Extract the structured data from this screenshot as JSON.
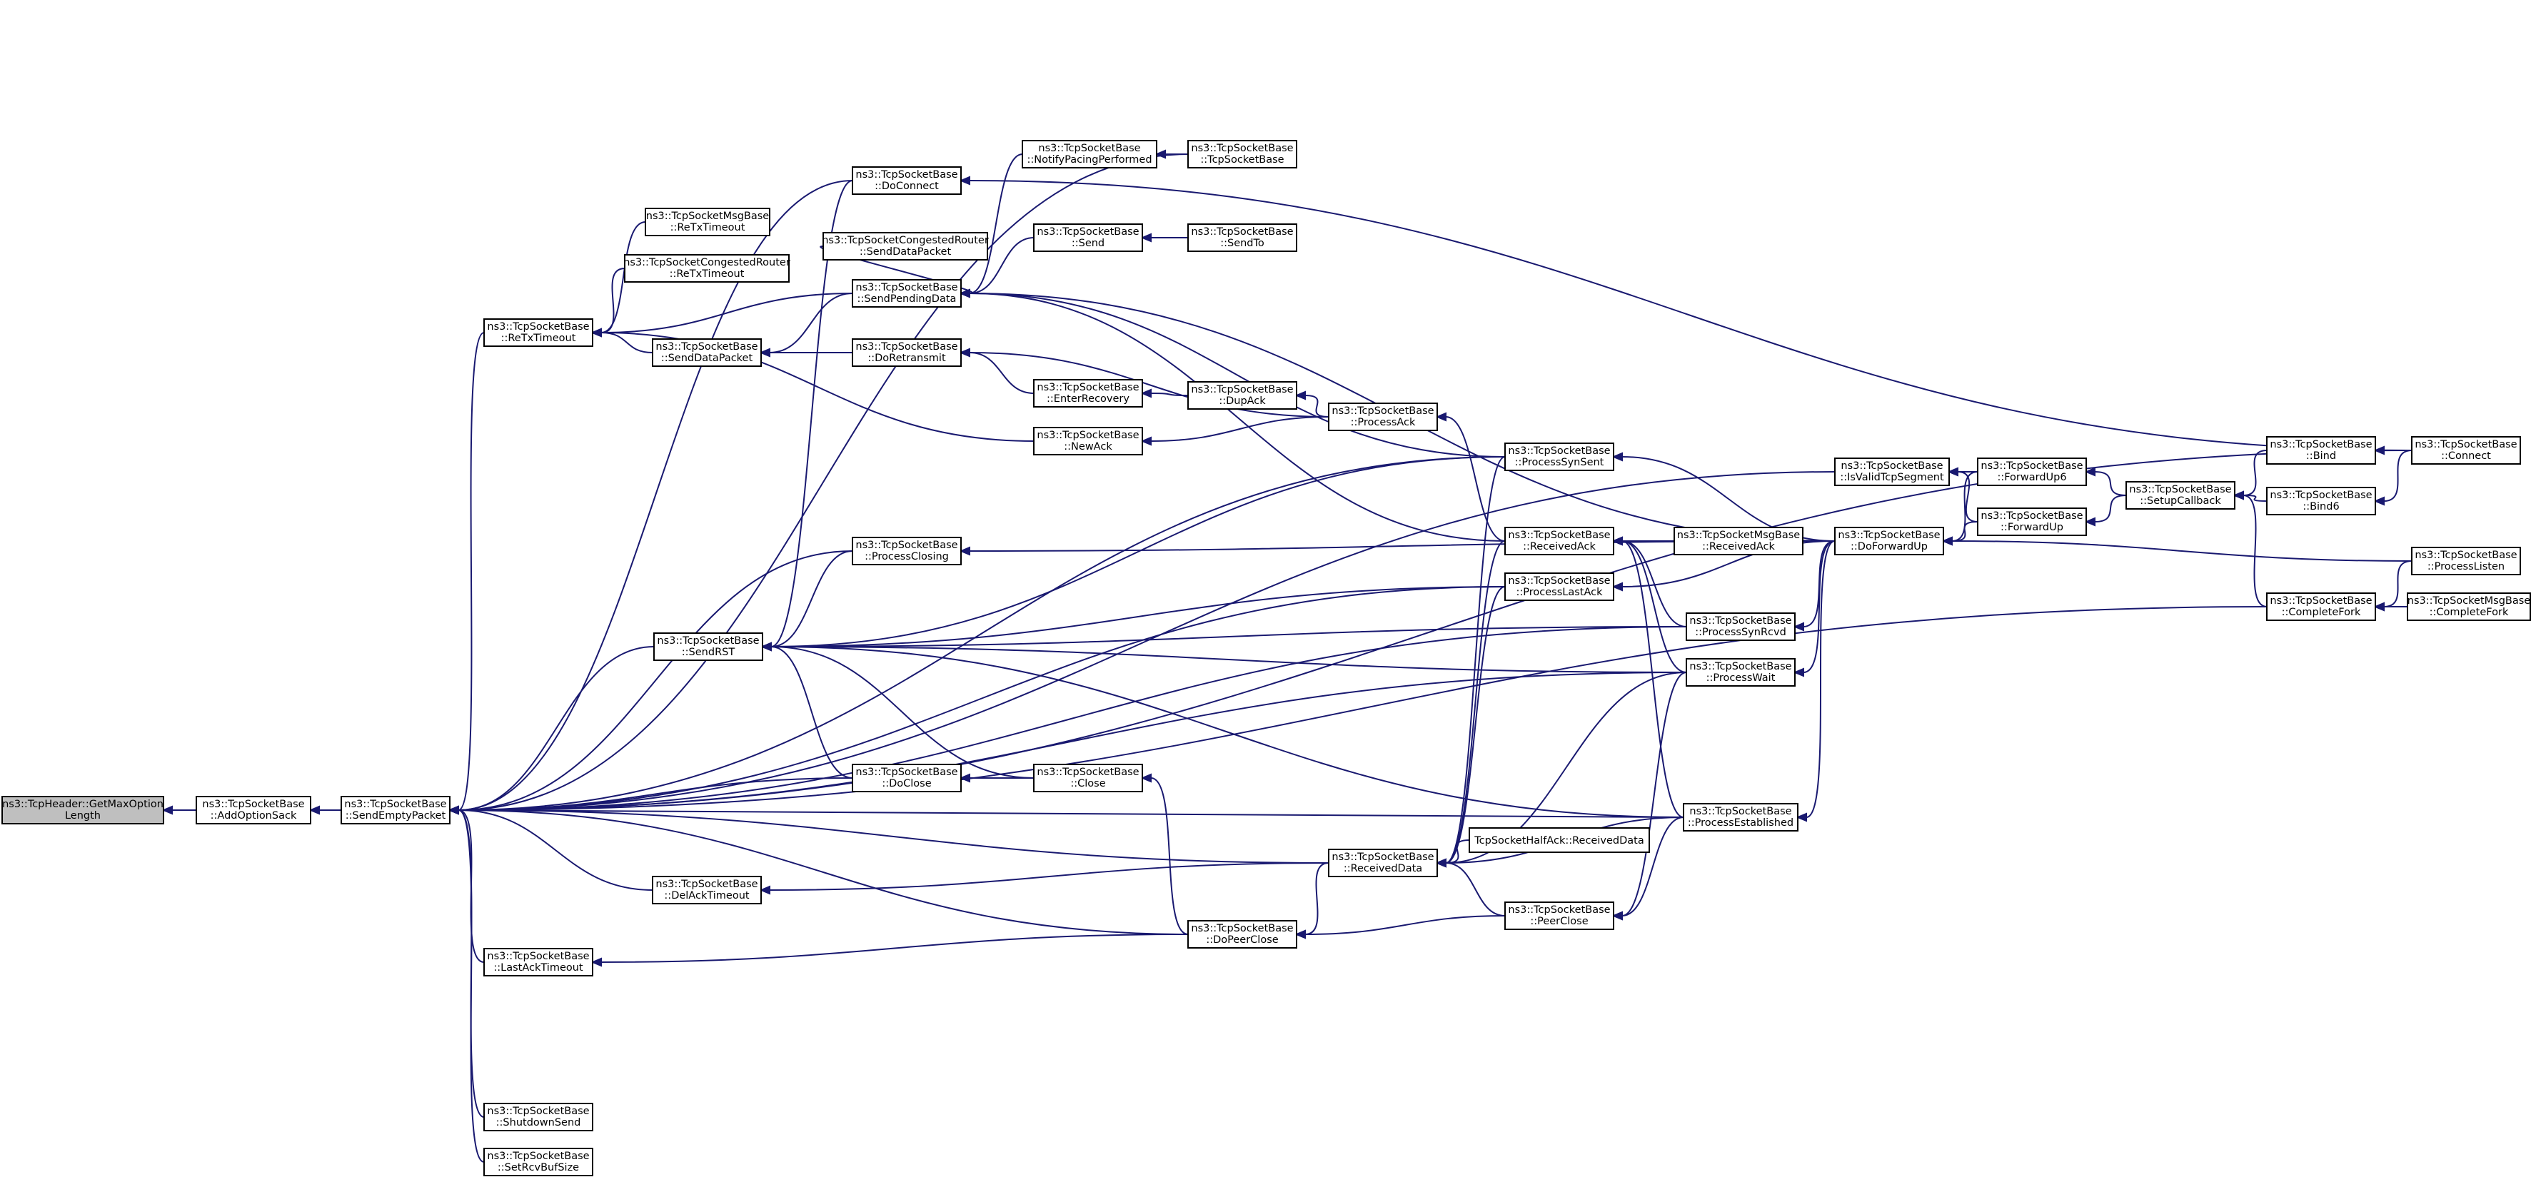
{
  "colors": {
    "edge": "#191970",
    "node_border": "#000000",
    "root_fill": "#bfbfbf",
    "node_fill": "#ffffff",
    "background": "#ffffff"
  },
  "nodes": [
    {
      "id": "getmaxoption",
      "lines": [
        "ns3::TcpHeader::GetMaxOption",
        "Length"
      ],
      "root": true
    },
    {
      "id": "addoptionsack",
      "lines": [
        "ns3::TcpSocketBase",
        "::AddOptionSack"
      ]
    },
    {
      "id": "sendemptypacket",
      "lines": [
        "ns3::TcpSocketBase",
        "::SendEmptyPacket"
      ]
    },
    {
      "id": "retxtimeout",
      "lines": [
        "ns3::TcpSocketBase",
        "::ReTxTimeout"
      ]
    },
    {
      "id": "msgretx",
      "lines": [
        "ns3::TcpSocketMsgBase",
        "::ReTxTimeout"
      ]
    },
    {
      "id": "congretx",
      "lines": [
        "ns3::TcpSocketCongestedRouter",
        "::ReTxTimeout"
      ]
    },
    {
      "id": "senddatapacket",
      "lines": [
        "ns3::TcpSocketBase",
        "::SendDataPacket"
      ]
    },
    {
      "id": "sendrst",
      "lines": [
        "ns3::TcpSocketBase",
        "::SendRST"
      ]
    },
    {
      "id": "delacktimeout",
      "lines": [
        "ns3::TcpSocketBase",
        "::DelAckTimeout"
      ]
    },
    {
      "id": "lastacktimeout",
      "lines": [
        "ns3::TcpSocketBase",
        "::LastAckTimeout"
      ]
    },
    {
      "id": "shutdownsend",
      "lines": [
        "ns3::TcpSocketBase",
        "::ShutdownSend"
      ]
    },
    {
      "id": "setrcvbufsize",
      "lines": [
        "ns3::TcpSocketBase",
        "::SetRcvBufSize"
      ]
    },
    {
      "id": "doconnect",
      "lines": [
        "ns3::TcpSocketBase",
        "::DoConnect"
      ]
    },
    {
      "id": "sendpendingdata",
      "lines": [
        "ns3::TcpSocketBase",
        "::SendPendingData"
      ]
    },
    {
      "id": "doretransmit",
      "lines": [
        "ns3::TcpSocketBase",
        "::DoRetransmit"
      ]
    },
    {
      "id": "processclosing",
      "lines": [
        "ns3::TcpSocketBase",
        "::ProcessClosing"
      ]
    },
    {
      "id": "doclose",
      "lines": [
        "ns3::TcpSocketBase",
        "::DoClose"
      ]
    },
    {
      "id": "notifypacing",
      "lines": [
        "ns3::TcpSocketBase",
        "::NotifyPacingPerformed"
      ]
    },
    {
      "id": "congsenddata",
      "lines": [
        "ns3::TcpSocketCongestedRouter",
        "::SendDataPacket"
      ]
    },
    {
      "id": "send",
      "lines": [
        "ns3::TcpSocketBase",
        "::Send"
      ]
    },
    {
      "id": "enterrecovery",
      "lines": [
        "ns3::TcpSocketBase",
        "::EnterRecovery"
      ]
    },
    {
      "id": "newack",
      "lines": [
        "ns3::TcpSocketBase",
        "::NewAck"
      ]
    },
    {
      "id": "close",
      "lines": [
        "ns3::TcpSocketBase",
        "::Close"
      ]
    },
    {
      "id": "tcpsocketbase",
      "lines": [
        "ns3::TcpSocketBase",
        "::TcpSocketBase"
      ]
    },
    {
      "id": "sendto",
      "lines": [
        "ns3::TcpSocketBase",
        "::SendTo"
      ]
    },
    {
      "id": "dupack",
      "lines": [
        "ns3::TcpSocketBase",
        "::DupAck"
      ]
    },
    {
      "id": "doppeerclose",
      "lines": [
        "ns3::TcpSocketBase",
        "::DoPeerClose"
      ]
    },
    {
      "id": "processack",
      "lines": [
        "ns3::TcpSocketBase",
        "::ProcessAck"
      ]
    },
    {
      "id": "receiveddata",
      "lines": [
        "ns3::TcpSocketBase",
        "::ReceivedData"
      ]
    },
    {
      "id": "processsynsent",
      "lines": [
        "ns3::TcpSocketBase",
        "::ProcessSynSent"
      ]
    },
    {
      "id": "receivedack",
      "lines": [
        "ns3::TcpSocketBase",
        "::ReceivedAck"
      ]
    },
    {
      "id": "processlastack",
      "lines": [
        "ns3::TcpSocketBase",
        "::ProcessLastAck"
      ]
    },
    {
      "id": "halfack",
      "lines": [
        "TcpSocketHalfAck::ReceivedData"
      ]
    },
    {
      "id": "peerclose",
      "lines": [
        "ns3::TcpSocketBase",
        "::PeerClose"
      ]
    },
    {
      "id": "msgreceivedack",
      "lines": [
        "ns3::TcpSocketMsgBase",
        "::ReceivedAck"
      ]
    },
    {
      "id": "processsynrcvd",
      "lines": [
        "ns3::TcpSocketBase",
        "::ProcessSynRcvd"
      ]
    },
    {
      "id": "processwait",
      "lines": [
        "ns3::TcpSocketBase",
        "::ProcessWait"
      ]
    },
    {
      "id": "processestablished",
      "lines": [
        "ns3::TcpSocketBase",
        "::ProcessEstablished"
      ]
    },
    {
      "id": "isvalidtcpsegment",
      "lines": [
        "ns3::TcpSocketBase",
        "::IsValidTcpSegment"
      ]
    },
    {
      "id": "doforwardup",
      "lines": [
        "ns3::TcpSocketBase",
        "::DoForwardUp"
      ]
    },
    {
      "id": "forwardup6",
      "lines": [
        "ns3::TcpSocketBase",
        "::ForwardUp6"
      ]
    },
    {
      "id": "forwardup",
      "lines": [
        "ns3::TcpSocketBase",
        "::ForwardUp"
      ]
    },
    {
      "id": "setupcallback",
      "lines": [
        "ns3::TcpSocketBase",
        "::SetupCallback"
      ]
    },
    {
      "id": "completefork",
      "lines": [
        "ns3::TcpSocketBase",
        "::CompleteFork"
      ]
    },
    {
      "id": "bind",
      "lines": [
        "ns3::TcpSocketBase",
        "::Bind"
      ]
    },
    {
      "id": "bind6",
      "lines": [
        "ns3::TcpSocketBase",
        "::Bind6"
      ]
    },
    {
      "id": "connect",
      "lines": [
        "ns3::TcpSocketBase",
        "::Connect"
      ]
    },
    {
      "id": "processlisten",
      "lines": [
        "ns3::TcpSocketBase",
        "::ProcessListen"
      ]
    },
    {
      "id": "msgcompletefork",
      "lines": [
        "ns3::TcpSocketMsgBase",
        "::CompleteFork"
      ]
    }
  ],
  "edges": [
    {
      "from": "getmaxoption",
      "to": "addoptionsack"
    },
    {
      "from": "addoptionsack",
      "to": "sendemptypacket"
    },
    {
      "from": "sendemptypacket",
      "to": "retxtimeout"
    },
    {
      "from": "sendemptypacket",
      "to": "sendrst"
    },
    {
      "from": "sendemptypacket",
      "to": "delacktimeout"
    },
    {
      "from": "sendemptypacket",
      "to": "lastacktimeout"
    },
    {
      "from": "sendemptypacket",
      "to": "shutdownsend"
    },
    {
      "from": "sendemptypacket",
      "to": "setrcvbufsize"
    },
    {
      "from": "sendemptypacket",
      "to": "doconnect"
    },
    {
      "from": "sendemptypacket",
      "to": "tcpsocketbase"
    },
    {
      "from": "sendemptypacket",
      "to": "processclosing"
    },
    {
      "from": "sendemptypacket",
      "to": "doclose"
    },
    {
      "from": "sendemptypacket",
      "to": "doppeerclose"
    },
    {
      "from": "sendemptypacket",
      "to": "receiveddata"
    },
    {
      "from": "sendemptypacket",
      "to": "processsynsent"
    },
    {
      "from": "sendemptypacket",
      "to": "processlastack"
    },
    {
      "from": "sendemptypacket",
      "to": "processsynrcvd"
    },
    {
      "from": "sendemptypacket",
      "to": "processwait"
    },
    {
      "from": "sendemptypacket",
      "to": "processestablished"
    },
    {
      "from": "sendemptypacket",
      "to": "isvalidtcpsegment"
    },
    {
      "from": "sendemptypacket",
      "to": "connect"
    },
    {
      "from": "sendemptypacket",
      "to": "completefork"
    },
    {
      "from": "retxtimeout",
      "to": "msgretx"
    },
    {
      "from": "retxtimeout",
      "to": "congretx"
    },
    {
      "from": "retxtimeout",
      "to": "senddatapacket"
    },
    {
      "from": "retxtimeout",
      "to": "sendpendingdata"
    },
    {
      "from": "retxtimeout",
      "to": "newack"
    },
    {
      "from": "senddatapacket",
      "to": "sendpendingdata"
    },
    {
      "from": "senddatapacket",
      "to": "doretransmit"
    },
    {
      "from": "sendrst",
      "to": "doconnect"
    },
    {
      "from": "sendrst",
      "to": "processclosing"
    },
    {
      "from": "sendrst",
      "to": "doclose"
    },
    {
      "from": "sendrst",
      "to": "close"
    },
    {
      "from": "sendrst",
      "to": "processsynsent"
    },
    {
      "from": "sendrst",
      "to": "processlastack"
    },
    {
      "from": "sendrst",
      "to": "processsynrcvd"
    },
    {
      "from": "sendrst",
      "to": "processwait"
    },
    {
      "from": "sendrst",
      "to": "processestablished"
    },
    {
      "from": "delacktimeout",
      "to": "receiveddata"
    },
    {
      "from": "lastacktimeout",
      "to": "doppeerclose"
    },
    {
      "from": "doconnect",
      "to": "connect"
    },
    {
      "from": "sendpendingdata",
      "to": "notifypacing"
    },
    {
      "from": "sendpendingdata",
      "to": "congsenddata"
    },
    {
      "from": "sendpendingdata",
      "to": "send"
    },
    {
      "from": "sendpendingdata",
      "to": "processsynsent"
    },
    {
      "from": "sendpendingdata",
      "to": "receivedack"
    },
    {
      "from": "sendpendingdata",
      "to": "doforwardup"
    },
    {
      "from": "doretransmit",
      "to": "enterrecovery"
    },
    {
      "from": "doretransmit",
      "to": "processack"
    },
    {
      "from": "processclosing",
      "to": "doforwardup"
    },
    {
      "from": "doclose",
      "to": "close"
    },
    {
      "from": "notifypacing",
      "to": "tcpsocketbase"
    },
    {
      "from": "send",
      "to": "sendto"
    },
    {
      "from": "enterrecovery",
      "to": "dupack"
    },
    {
      "from": "newack",
      "to": "processack"
    },
    {
      "from": "close",
      "to": "doppeerclose"
    },
    {
      "from": "dupack",
      "to": "processack"
    },
    {
      "from": "processack",
      "to": "receivedack"
    },
    {
      "from": "doppeerclose",
      "to": "receiveddata"
    },
    {
      "from": "doppeerclose",
      "to": "peerclose"
    },
    {
      "from": "receiveddata",
      "to": "processsynsent"
    },
    {
      "from": "receiveddata",
      "to": "receivedack"
    },
    {
      "from": "receiveddata",
      "to": "processlastack"
    },
    {
      "from": "receiveddata",
      "to": "halfack"
    },
    {
      "from": "receiveddata",
      "to": "peerclose"
    },
    {
      "from": "receiveddata",
      "to": "processwait"
    },
    {
      "from": "receiveddata",
      "to": "processestablished"
    },
    {
      "from": "peerclose",
      "to": "processwait"
    },
    {
      "from": "peerclose",
      "to": "processestablished"
    },
    {
      "from": "receivedack",
      "to": "msgreceivedack"
    },
    {
      "from": "receivedack",
      "to": "processsynrcvd"
    },
    {
      "from": "receivedack",
      "to": "processwait"
    },
    {
      "from": "receivedack",
      "to": "processestablished"
    },
    {
      "from": "processsynsent",
      "to": "doforwardup"
    },
    {
      "from": "processlastack",
      "to": "doforwardup"
    },
    {
      "from": "processsynrcvd",
      "to": "doforwardup"
    },
    {
      "from": "processwait",
      "to": "doforwardup"
    },
    {
      "from": "processestablished",
      "to": "doforwardup"
    },
    {
      "from": "isvalidtcpsegment",
      "to": "forwardup6"
    },
    {
      "from": "isvalidtcpsegment",
      "to": "forwardup"
    },
    {
      "from": "doforwardup",
      "to": "forwardup6"
    },
    {
      "from": "doforwardup",
      "to": "forwardup"
    },
    {
      "from": "doforwardup",
      "to": "processlisten"
    },
    {
      "from": "forwardup6",
      "to": "setupcallback"
    },
    {
      "from": "forwardup",
      "to": "setupcallback"
    },
    {
      "from": "setupcallback",
      "to": "bind"
    },
    {
      "from": "setupcallback",
      "to": "bind6"
    },
    {
      "from": "setupcallback",
      "to": "completefork"
    },
    {
      "from": "bind",
      "to": "connect"
    },
    {
      "from": "bind6",
      "to": "connect"
    },
    {
      "from": "completefork",
      "to": "processlisten"
    },
    {
      "from": "completefork",
      "to": "msgcompletefork"
    }
  ]
}
